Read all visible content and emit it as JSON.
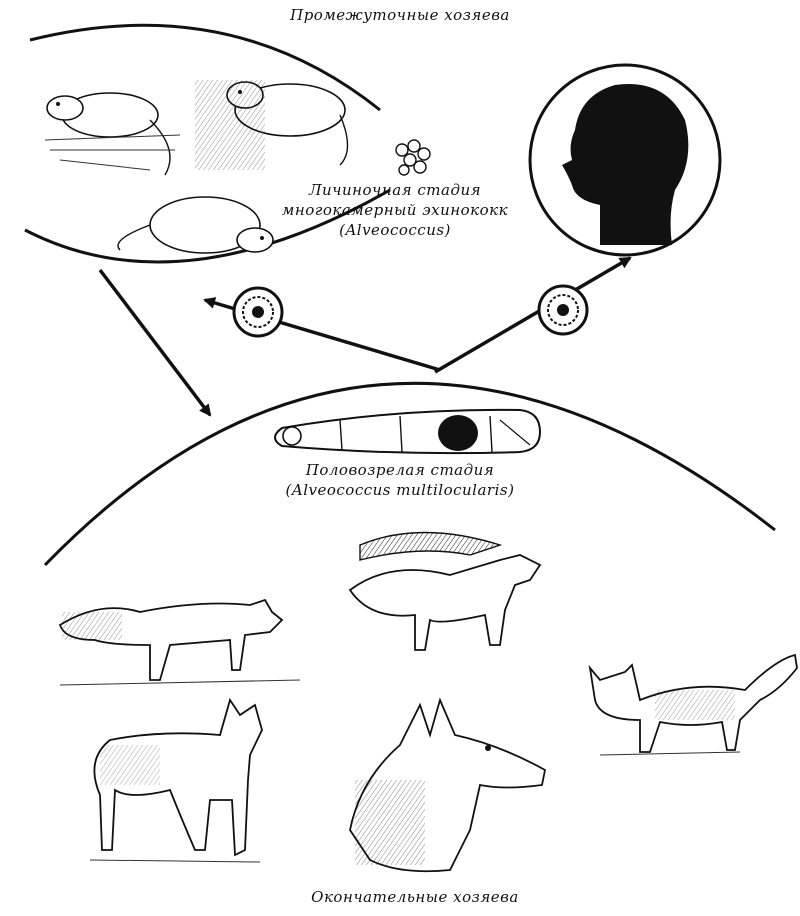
{
  "labels": {
    "intermediate_hosts": "Промежуточные хозяева",
    "larval_stage_line1": "Личиночная стадия",
    "larval_stage_line2": "многокамерный эхинококк",
    "larval_stage_line3": "(Alveococcus)",
    "adult_stage_line1": "Половозрелая стадия",
    "adult_stage_line2": "(Alveococcus multilocularis)",
    "definitive_hosts": "Окончательные хозяева"
  },
  "icons": {
    "intermediate_hosts": "rodent-icon",
    "human": "human-head-icon",
    "egg": "egg-icon",
    "cyst": "cyst-icon",
    "adult_worm": "tapeworm-icon",
    "definitive_hosts": [
      "fox-icon",
      "arctic-fox-icon",
      "wolf-icon",
      "dog-icon",
      "cat-icon"
    ]
  }
}
